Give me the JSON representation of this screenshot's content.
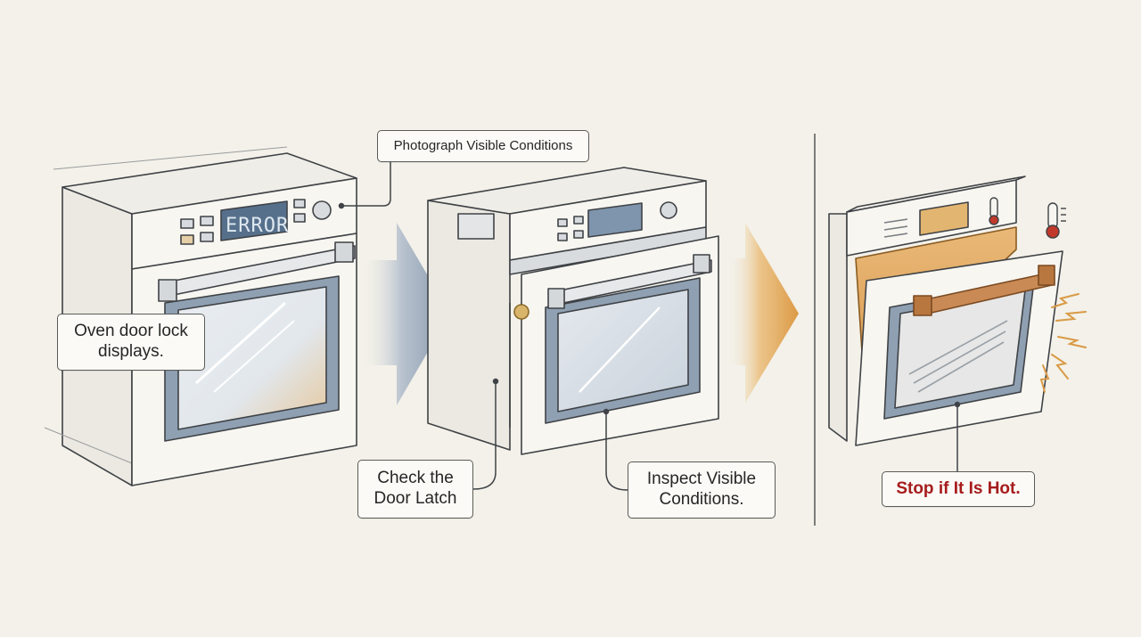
{
  "labels": {
    "photograph": "Photograph Visible Conditions",
    "door_lock": "Oven door lock displays.",
    "door_latch": "Check the Door Latch",
    "inspect": "Inspect Visible Conditions.",
    "stop_hot": "Stop if It Is Hot."
  },
  "display": {
    "error_text": "ERROR"
  },
  "colors": {
    "background": "#f3f1e9",
    "line": "#3f4246",
    "glass_blue": "#8fa0b2",
    "heat_orange": "#e0a24a",
    "handle_copper": "#c98a55",
    "warning_red": "#a61c1c"
  },
  "icons": [
    "thermometer-icon",
    "heat-burst-icon",
    "arrow-right-icon"
  ]
}
